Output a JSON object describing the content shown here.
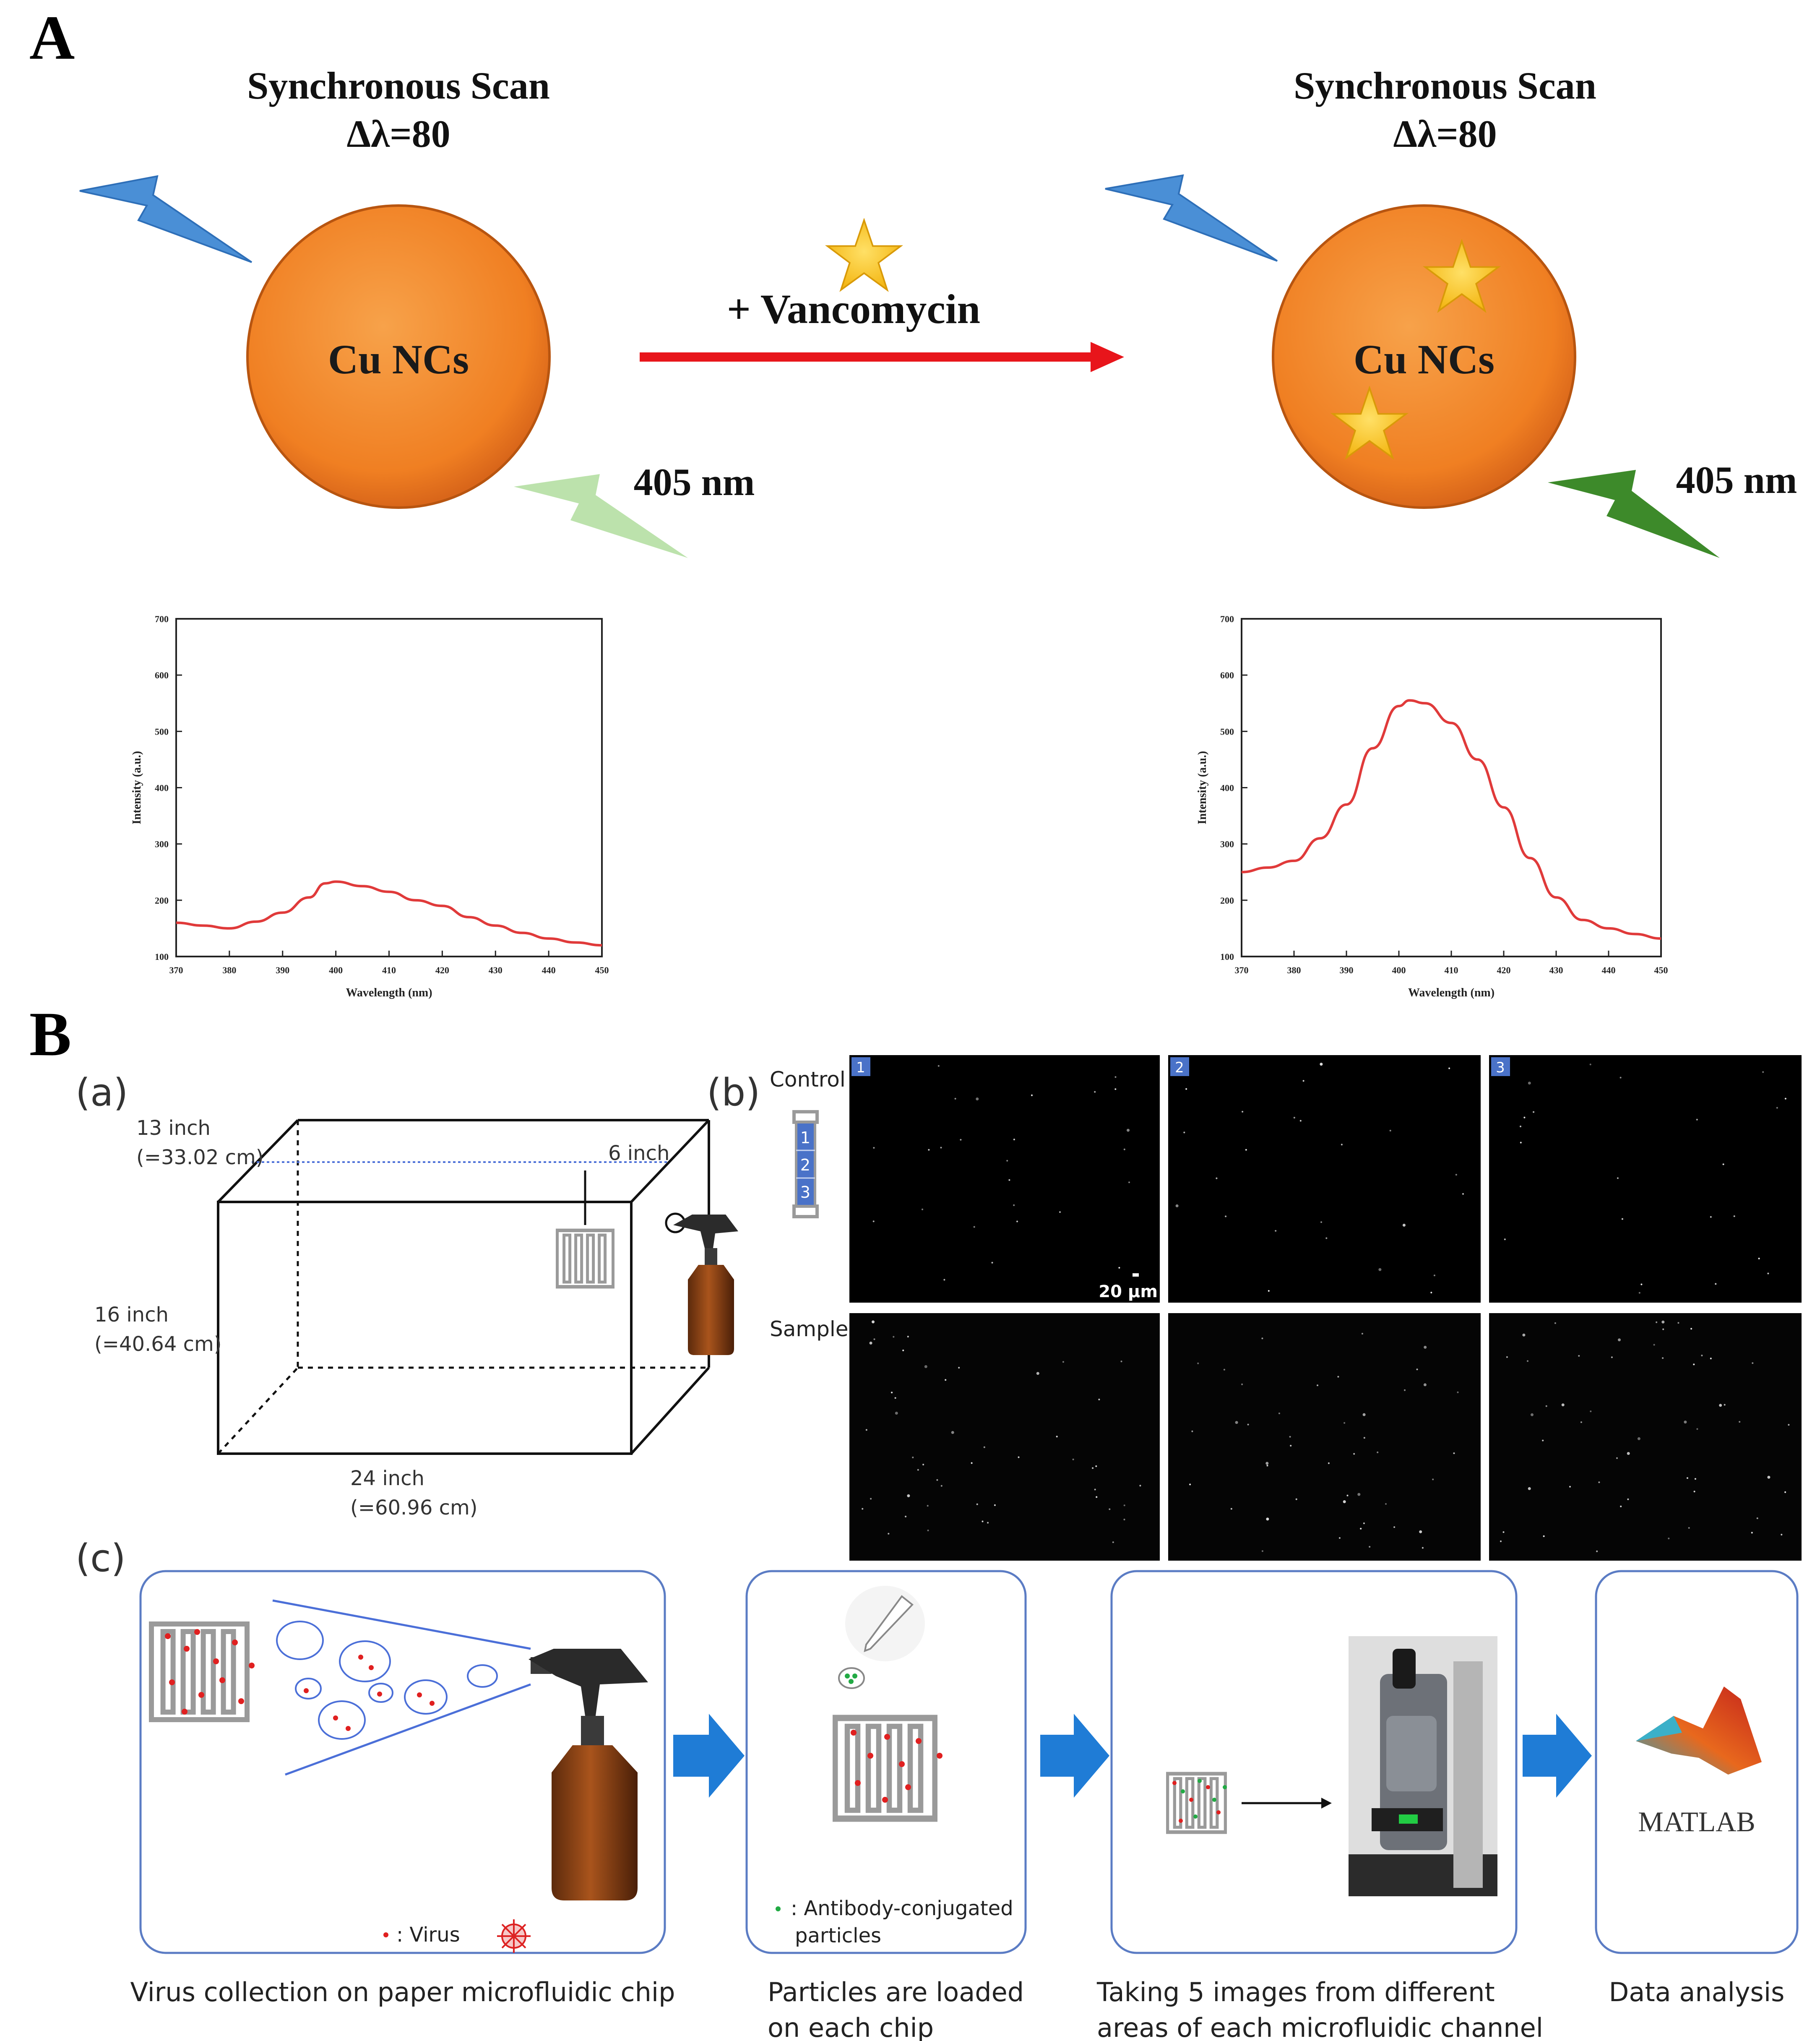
{
  "panel_a": {
    "label": "A",
    "left": {
      "scan_title": "Synchronous Scan",
      "scan_delta": "Δλ=80",
      "particle_label": "Cu NCs",
      "emission_label": "405 nm"
    },
    "arrow_label": "+ Vancomycin",
    "right": {
      "scan_title": "Synchronous Scan",
      "scan_delta": "Δλ=80",
      "particle_label": "Cu NCs",
      "emission_label": "405 nm"
    }
  },
  "chart_data": [
    {
      "type": "line",
      "xlabel": "Wavelength (nm)",
      "ylabel": "Intensity (a.u.)",
      "xlim": [
        370,
        450
      ],
      "ylim": [
        100,
        700
      ],
      "xticks": [
        "370",
        "380",
        "390",
        "400",
        "410",
        "420",
        "430",
        "440",
        "450"
      ],
      "yticks": [
        "100",
        "200",
        "300",
        "400",
        "500",
        "600",
        "700"
      ],
      "grid": false,
      "series": [
        {
          "color": "#e03a3a",
          "x": [
            370,
            375,
            380,
            385,
            390,
            395,
            398,
            400,
            405,
            410,
            415,
            420,
            425,
            430,
            435,
            440,
            445,
            450
          ],
          "y": [
            160,
            155,
            150,
            162,
            178,
            205,
            230,
            233,
            225,
            215,
            200,
            190,
            170,
            155,
            142,
            132,
            125,
            120
          ]
        }
      ]
    },
    {
      "type": "line",
      "xlabel": "Wavelength (nm)",
      "ylabel": "Intensity (a.u.)",
      "xlim": [
        370,
        450
      ],
      "ylim": [
        100,
        700
      ],
      "xticks": [
        "370",
        "380",
        "390",
        "400",
        "410",
        "420",
        "430",
        "440",
        "450"
      ],
      "yticks": [
        "100",
        "200",
        "300",
        "400",
        "500",
        "600",
        "700"
      ],
      "grid": false,
      "series": [
        {
          "color": "#e03a3a",
          "x": [
            370,
            375,
            380,
            385,
            390,
            395,
            400,
            402,
            405,
            410,
            415,
            420,
            425,
            430,
            435,
            440,
            445,
            450
          ],
          "y": [
            250,
            258,
            270,
            310,
            370,
            470,
            545,
            555,
            550,
            515,
            450,
            365,
            275,
            205,
            165,
            150,
            140,
            132
          ]
        }
      ]
    }
  ],
  "panel_b": {
    "label": "B",
    "a": {
      "label": "(a)",
      "depth_label": "13 inch",
      "depth_cm": "(=33.02 cm)",
      "height_label": "16 inch",
      "height_cm": "(=40.64 cm)",
      "width_label": "24 inch",
      "width_cm": "(=60.96 cm)",
      "offset_label": "6 inch"
    },
    "b": {
      "label": "(b)",
      "control_label": "Control",
      "sample_label": "Sample",
      "channel_numbers": [
        "1",
        "2",
        "3"
      ],
      "image_numbers": [
        "1",
        "2",
        "3"
      ],
      "scale_bar": "20 µm"
    },
    "c": {
      "label": "(c)",
      "steps": [
        {
          "caption_line1": "Virus collection on paper microfluidic chip",
          "caption_line2": "",
          "legend": ": Virus"
        },
        {
          "caption_line1": "Particles are loaded",
          "caption_line2": "on each chip",
          "legend_line1": ":  Antibody-conjugated",
          "legend_line2": "particles"
        },
        {
          "caption_line1": "Taking 5 images from different",
          "caption_line2": "areas of each microfluidic channel"
        },
        {
          "caption_line1": "Data analysis",
          "caption_line2": "",
          "logo_text": "MATLAB"
        }
      ]
    }
  },
  "colors": {
    "orange_sphere": "#f28c28",
    "arrow_red": "#e8151b",
    "lightning_blue": "#4a8fd6",
    "lightning_light_green": "#b5dfa3",
    "lightning_dark_green": "#3d8a2a",
    "star_yellow": "#f7c21b",
    "flow_arrow_blue": "#1f7cd6",
    "box_outline": "#5b7cc4"
  }
}
